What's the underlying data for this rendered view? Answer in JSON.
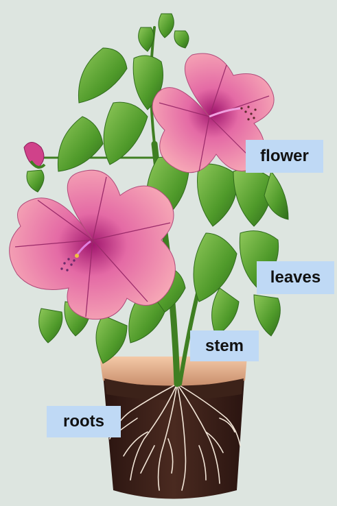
{
  "labels": {
    "flower": "flower",
    "leaves": "leaves",
    "stem": "stem",
    "roots": "roots"
  },
  "colors": {
    "background": "#dde5e0",
    "label_bg": "#bfd9f5",
    "petal_light": "#f7a9c4",
    "petal_dark": "#c23a86",
    "leaf": "#4f9a2a",
    "leaf_dark": "#2f6b1c",
    "pot": "#3a1f18",
    "soil": "#e8b898",
    "roots": "#f3e6d8"
  }
}
